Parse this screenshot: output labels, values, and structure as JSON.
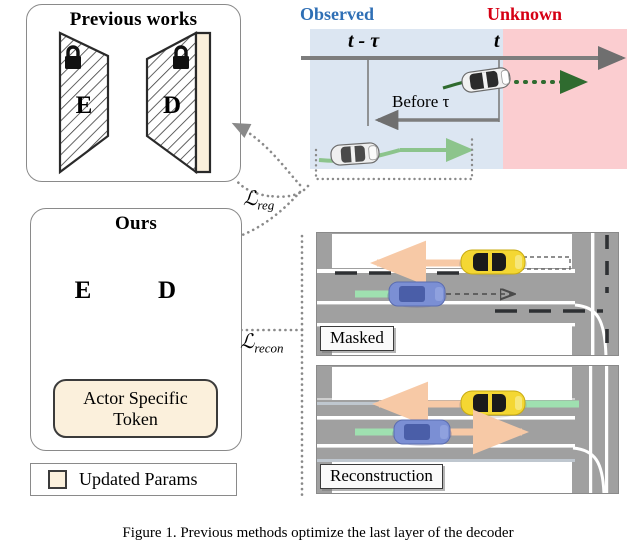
{
  "figure": {
    "caption": "Figure 1. Previous methods optimize the last layer of the decoder"
  },
  "previous_works": {
    "title": "Previous works",
    "encoder_label": "E",
    "decoder_label": "D",
    "encoder_locked": true,
    "decoder_locked": true,
    "lock_icon": "lock-icon",
    "hatch_fill": "#ffffff",
    "updated_strip_color": "#fbf0dc"
  },
  "ours": {
    "title": "Ours",
    "encoder_label": "E",
    "decoder_label": "D",
    "token_label_line1": "Actor Specific",
    "token_label_line2": "Token",
    "fill_color": "#fbf0dc"
  },
  "legend": {
    "label": "Updated Params",
    "swatch_color": "#fbf0dc"
  },
  "losses": {
    "reg": "L",
    "reg_sub": "reg",
    "recon": "L",
    "recon_sub": "recon"
  },
  "timeline": {
    "observed_label": "Observed",
    "unknown_label": "Unknown",
    "observed_color": "#2f6fb5",
    "unknown_color": "#d60014",
    "observed_bg": "#dce6f2",
    "unknown_bg": "#fbcdd0",
    "tick_left": "t - τ",
    "tick_right": "t",
    "before_label": "Before τ",
    "axis_color": "#7d7d7d",
    "future_traj_color": "#2f6b2f",
    "past_traj_color": "#8cc48c"
  },
  "scenes": [
    {
      "name": "masked",
      "label": "Masked",
      "cars": [
        {
          "id": "yellow-car",
          "color": "#f4d733",
          "direction": "left",
          "history_arrow": "peach-solid-left",
          "future_arrow": "gray-dashed-right",
          "ghost_tail": true
        },
        {
          "id": "blue-car",
          "color": "#7b8fd4",
          "direction": "right",
          "history_arrow": "green-bar-left",
          "future_arrow": "gray-dashed-right",
          "ghost_tail": true
        }
      ]
    },
    {
      "name": "reconstruction",
      "label": "Reconstruction",
      "cars": [
        {
          "id": "yellow-car",
          "color": "#f4d733",
          "direction": "left",
          "history_arrow": "peach-solid-left",
          "future_arrow": "green-bar-right",
          "ghost_tail": false
        },
        {
          "id": "blue-car",
          "color": "#7b8fd4",
          "direction": "right",
          "history_arrow": "green-bar-left",
          "future_arrow": "peach-solid-right",
          "ghost_tail": false
        }
      ]
    }
  ],
  "colors": {
    "road": "#a0a0a0",
    "lane_white": "#ffffff",
    "lane_dashed_dark": "#2e3033",
    "peach_arrow": "#f7c9a6",
    "green_bar": "#9fe0b0",
    "panel_border": "#8a8a8a"
  }
}
